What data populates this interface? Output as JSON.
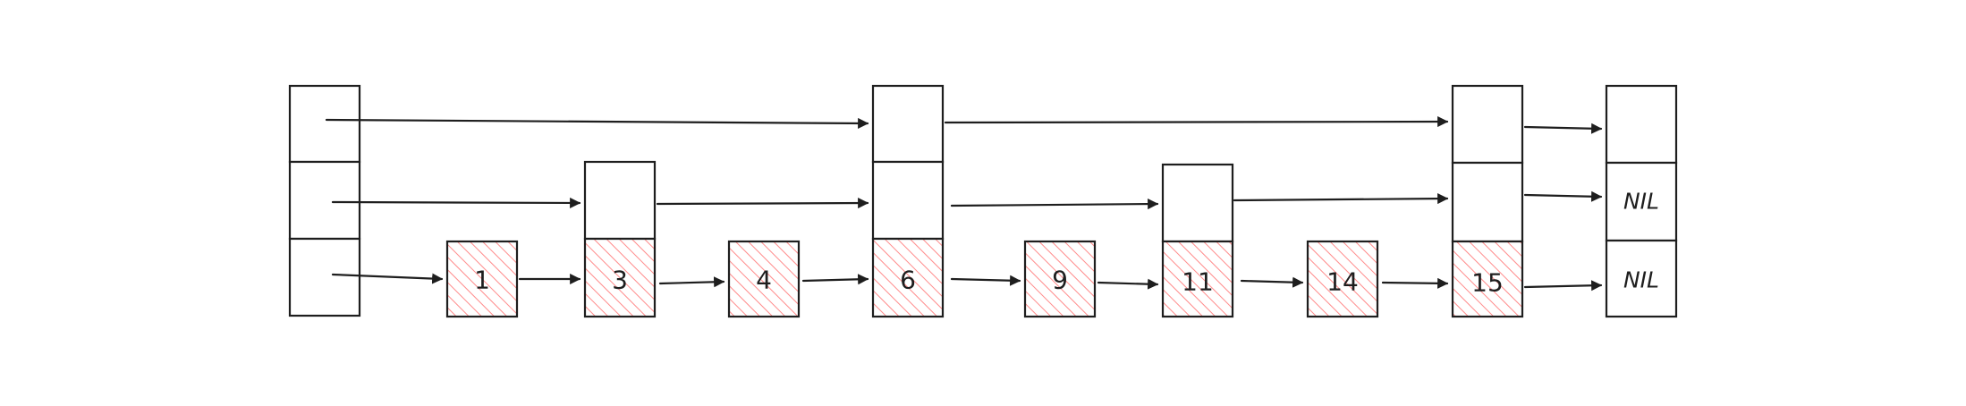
{
  "diagram": {
    "kind": "skip-list",
    "values": [
      "1",
      "3",
      "4",
      "6",
      "9",
      "11",
      "14",
      "15"
    ],
    "nil_label": "NIL",
    "colors": {
      "stroke": "#1e1e1e",
      "hatch": "#ff8a8a",
      "background": "#ffffff"
    }
  }
}
